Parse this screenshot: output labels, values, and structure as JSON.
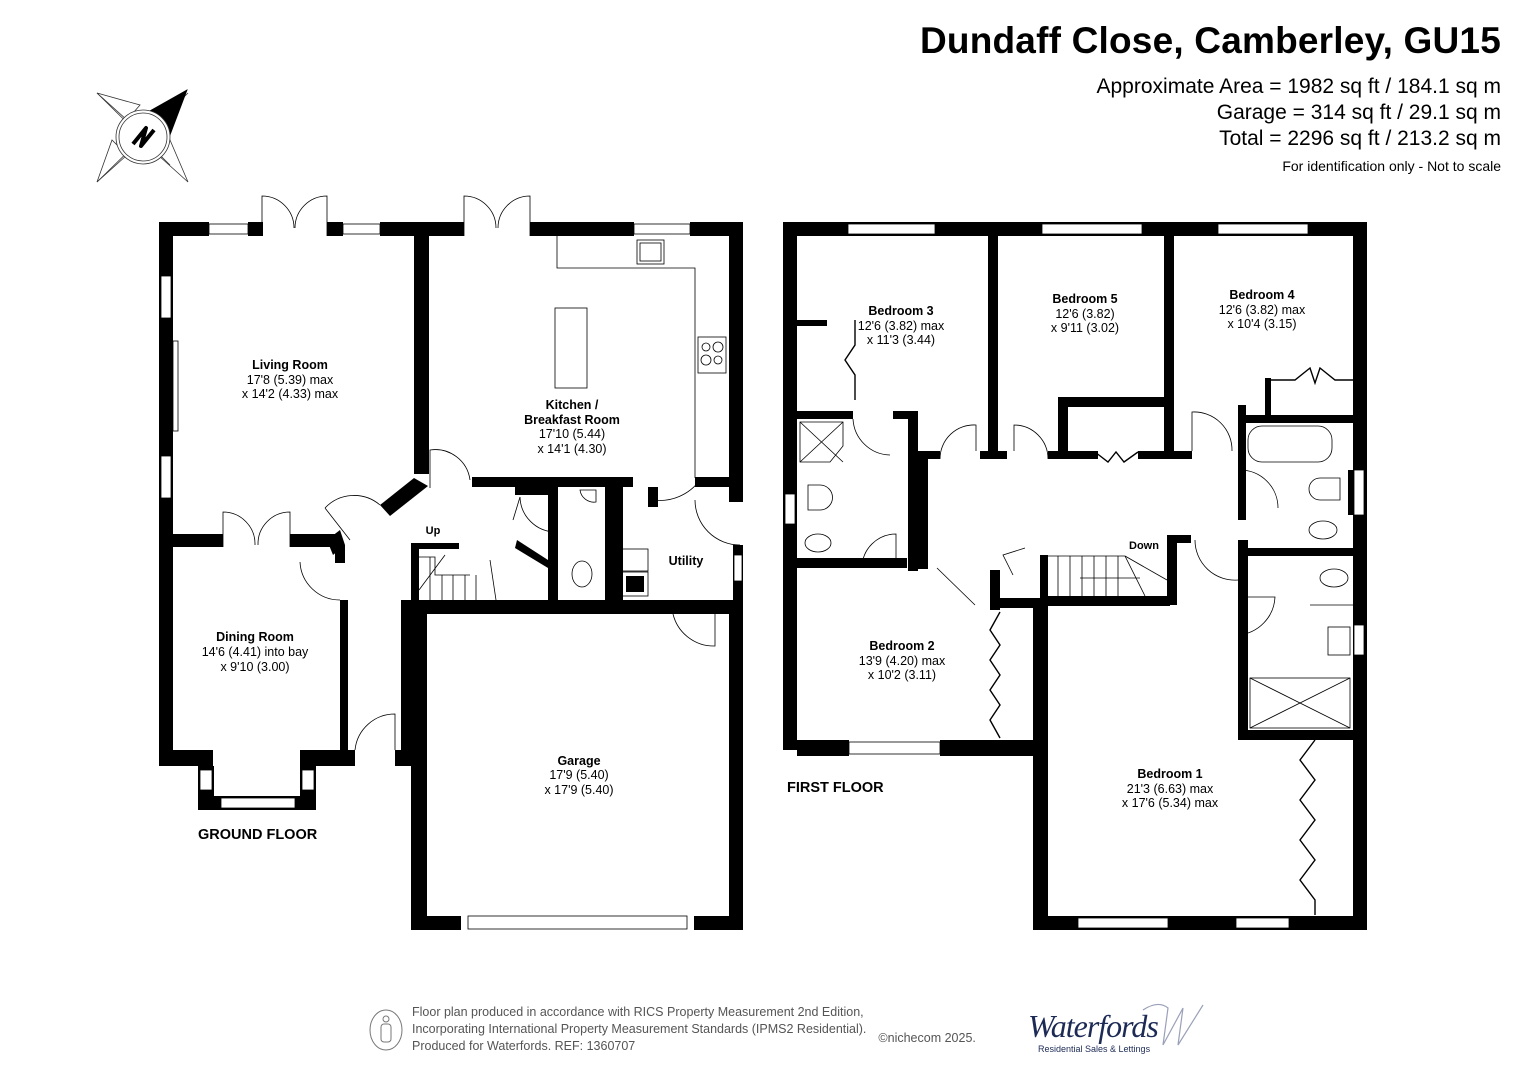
{
  "header": {
    "title": "Dundaff Close, Camberley, GU15",
    "approximate_area": "Approximate Area = 1982 sq ft / 184.1 sq m",
    "garage_area": "Garage = 314 sq ft / 29.1 sq m",
    "total_area": "Total = 2296 sq ft / 213.2 sq m",
    "disclaimer": "For identification only - Not to scale"
  },
  "compass": {
    "icon": "north-arrow-icon",
    "label": "N"
  },
  "ground_floor": {
    "label": "GROUND FLOOR",
    "stairs_label": "Up",
    "rooms": {
      "living": {
        "name": "Living Room",
        "dim1": "17'8 (5.39) max",
        "dim2": "x 14'2 (4.33) max"
      },
      "kitchen": {
        "name1": "Kitchen /",
        "name2": "Breakfast Room",
        "dim1": "17'10 (5.44)",
        "dim2": "x 14'1 (4.30)"
      },
      "dining": {
        "name": "Dining Room",
        "dim1": "14'6 (4.41) into bay",
        "dim2": "x 9'10 (3.00)"
      },
      "utility": {
        "name": "Utility"
      },
      "garage": {
        "name": "Garage",
        "dim1": "17'9 (5.40)",
        "dim2": "x 17'9 (5.40)"
      }
    }
  },
  "first_floor": {
    "label": "FIRST FLOOR",
    "stairs_label": "Down",
    "rooms": {
      "bedroom1": {
        "name": "Bedroom 1",
        "dim1": "21'3 (6.63) max",
        "dim2": "x 17'6 (5.34) max"
      },
      "bedroom2": {
        "name": "Bedroom 2",
        "dim1": "13'9 (4.20) max",
        "dim2": "x 10'2 (3.11)"
      },
      "bedroom3": {
        "name": "Bedroom 3",
        "dim1": "12'6 (3.82) max",
        "dim2": "x 11'3 (3.44)"
      },
      "bedroom4": {
        "name": "Bedroom 4",
        "dim1": "12'6 (3.82) max",
        "dim2": "x 10'4 (3.15)"
      },
      "bedroom5": {
        "name": "Bedroom 5",
        "dim1": "12'6 (3.82)",
        "dim2": "x 9'11 (3.02)"
      }
    }
  },
  "footer": {
    "line1": "Floor plan produced in accordance with RICS Property Measurement 2nd Edition,",
    "line2": "Incorporating International Property Measurement Standards (IPMS2 Residential).",
    "line3": "Produced for Waterfords.   REF:  1360707",
    "copyright": "©nichecom 2025.",
    "logo_brand": "Waterfords",
    "logo_tagline": "Residential Sales & Lettings"
  },
  "colors": {
    "wall": "#000000",
    "background": "#ffffff",
    "logo": "#1c2a55",
    "footer_text": "#555555"
  }
}
